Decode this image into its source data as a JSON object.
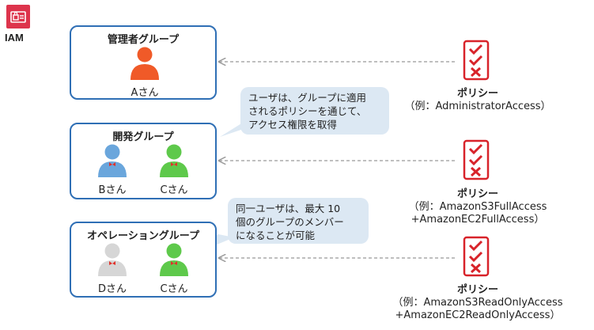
{
  "service": {
    "name": "IAM"
  },
  "groups": [
    {
      "title": "管理者グループ",
      "users": [
        {
          "name": "Aさん",
          "color": "#f05a28"
        }
      ]
    },
    {
      "title": "開発グループ",
      "users": [
        {
          "name": "Bさん",
          "color": "#6aa6dc"
        },
        {
          "name": "Cさん",
          "color": "#5ec94b"
        }
      ]
    },
    {
      "title": "オペレーショングループ",
      "users": [
        {
          "name": "Dさん",
          "color": "#d6d6d6"
        },
        {
          "name": "Cさん",
          "color": "#5ec94b"
        }
      ]
    }
  ],
  "callouts": [
    {
      "lines": [
        "ユーザは、グループに適用",
        "されるポリシーを通じて、",
        "アクセス権限を取得"
      ]
    },
    {
      "lines": [
        "同一ユーザは、最大 10",
        "個のグループのメンバー",
        "になることが可能"
      ]
    }
  ],
  "policies": [
    {
      "title": "ポリシー",
      "lines": [
        "（例：AdministratorAccess）"
      ]
    },
    {
      "title": "ポリシー",
      "lines": [
        "（例：AmazonS3FullAccess",
        "+AmazonEC2FullAccess）"
      ]
    },
    {
      "title": "ポリシー",
      "lines": [
        "（例：AmazonS3ReadOnlyAccess",
        "+AmazonEC2ReadOnlyAccess）"
      ]
    }
  ],
  "colors": {
    "group_border": "#2f6fb5",
    "policy_red": "#d8232a",
    "callout_bg": "#dce8f3",
    "tie": "#e0322a",
    "iam_red": "#dd344c"
  }
}
